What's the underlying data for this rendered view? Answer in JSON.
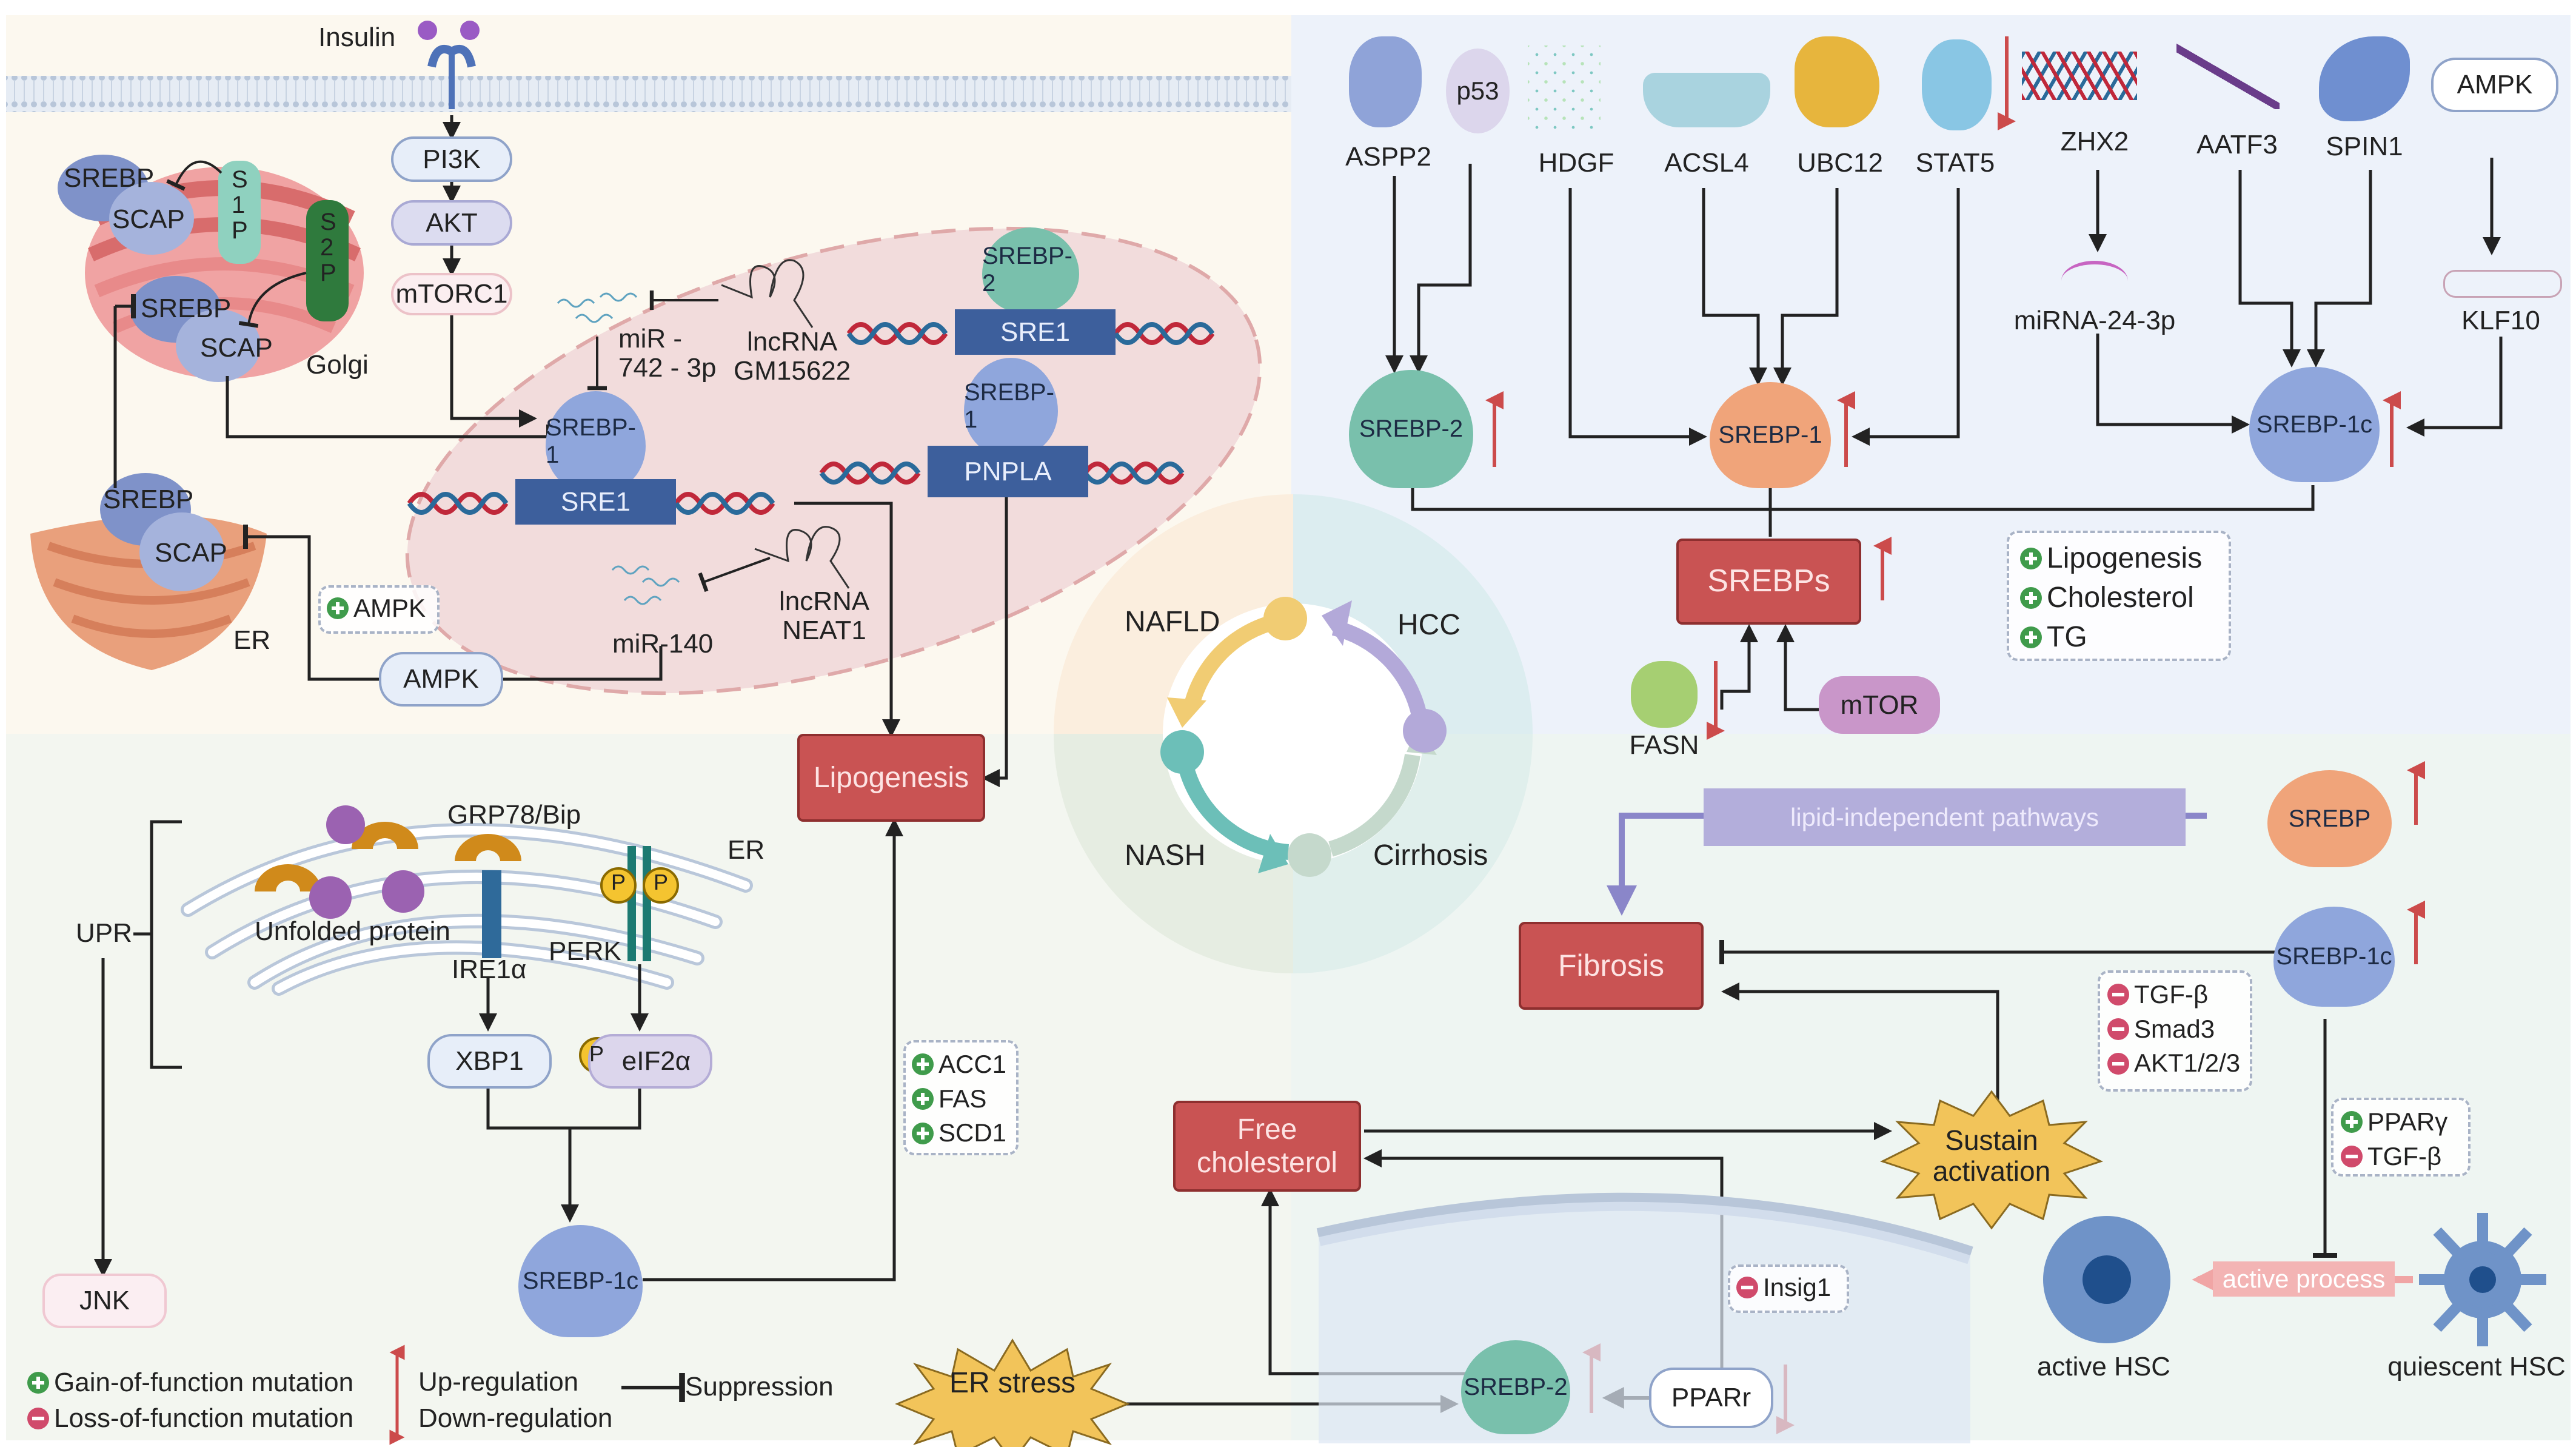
{
  "colors": {
    "quad_top_left": "#fcf8ef",
    "quad_top_right": "#edf2fa",
    "quad_bottom_left": "#f3f6f0",
    "quad_bottom_right": "#eef5f2",
    "nucleus": "#f2dede",
    "red_box": "#c95353",
    "srebp1": "#8fa6dc",
    "srebp2": "#79c0ac",
    "srebp_orange": "#f0a47a",
    "up_arrow": "#cc4b4b",
    "lipid_independent": "#b3aedb"
  },
  "top_left": {
    "insulin": "Insulin",
    "pathway": [
      "PI3K",
      "AKT",
      "mTORC1"
    ],
    "golgi": {
      "label": "Golgi",
      "srebp": "SREBP",
      "scap": "SCAP",
      "s1p": [
        "S",
        "1",
        "P"
      ],
      "s2p": [
        "S",
        "2",
        "P"
      ]
    },
    "er": {
      "label": "ER",
      "srebp": "SREBP",
      "scap": "SCAP"
    },
    "ampk_badge": "AMPK",
    "ampk_node": "AMPK",
    "nucleus": {
      "mir742": [
        "miR -",
        "742 - 3p"
      ],
      "lncrna_gm": [
        "lncRNA",
        "GM15622"
      ],
      "srebp1": "SREBP-1",
      "sre1_left": "SRE1",
      "srebp2": "SREBP-2",
      "sre1_right": "SRE1",
      "srebp1_right": "SREBP-1",
      "pnpla": "PNPLA",
      "mir140": "miR-140",
      "lncrna_neat": [
        "lncRNA",
        "NEAT1"
      ]
    }
  },
  "lipogenesis": "Lipogenesis",
  "lipogenesis_genes": [
    "ACC1",
    "FAS",
    "SCD1"
  ],
  "cycle": {
    "nafld": "NAFLD",
    "hcc": "HCC",
    "nash": "NASH",
    "cirrhosis": "Cirrhosis"
  },
  "top_right": {
    "regulators": [
      "ASPP2",
      "p53",
      "HDGF",
      "ACSL4",
      "UBC12",
      "STAT5",
      "ZHX2",
      "AATF3",
      "SPIN1",
      "AMPK"
    ],
    "p53_label": "p53",
    "ampk_label": "AMPK",
    "mirna": "miRNA-24-3p",
    "klf10": "KLF10",
    "srebp2": "SREBP-2",
    "srebp1": "SREBP-1",
    "srebp1c": "SREBP-1c",
    "srebps": "SREBPs",
    "effects": [
      "Lipogenesis",
      "Cholesterol",
      "TG"
    ],
    "fasn": "FASN",
    "mtor": "mTOR"
  },
  "bottom_left": {
    "upr": "UPR",
    "grp78": "GRP78/Bip",
    "er": "ER",
    "unfolded": "Unfolded protein",
    "ire1a": "IRE1α",
    "perk": "PERK",
    "p": "P",
    "xbp1": "XBP1",
    "eif2a": "eIF2α",
    "srebp1c": "SREBP-1c",
    "jnk": "JNK"
  },
  "legend": {
    "gain": "Gain-of-function mutation",
    "loss": "Loss-of-function mutation",
    "up": "Up-regulation",
    "down": "Down-regulation",
    "suppression": "Suppression"
  },
  "bottom_right": {
    "lipid_independent": "lipid-independent pathways",
    "srebp": "SREBP",
    "fibrosis": "Fibrosis",
    "srebp1c": "SREBP-1c",
    "neg_factors": [
      "TGF-β",
      "Smad3",
      "AKT1/2/3"
    ],
    "ppar_box": [
      {
        "sign": "plus",
        "label": "PPARγ"
      },
      {
        "sign": "minus",
        "label": "TGF-β"
      }
    ],
    "free_cholesterol": [
      "Free",
      "cholesterol"
    ],
    "sustain": [
      "Sustain",
      "activation"
    ],
    "active_process": "active process",
    "active_hsc": "active HSC",
    "quiescent_hsc": "quiescent HSC",
    "insig1": "Insig1",
    "er_stress": "ER stress",
    "srebp2": "SREBP-2",
    "pparr": "PPARr"
  }
}
